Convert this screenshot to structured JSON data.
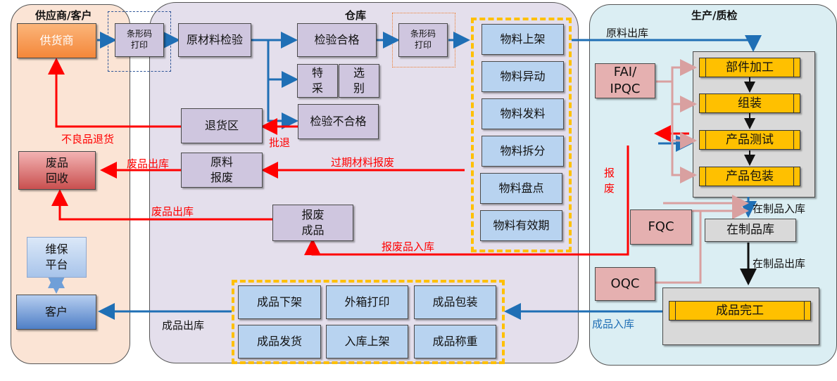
{
  "panels": {
    "supplier_title": "供应商/客户",
    "warehouse_title": "仓库",
    "production_title": "生产/质检"
  },
  "supplier": {
    "vendor": "供货商",
    "scrap_recycle": "废品\n回收",
    "maint_platform": "维保\n平台",
    "customer": "客户"
  },
  "warehouse": {
    "barcode1": "条形码\n打印",
    "barcode2": "条形码\n打印",
    "incoming_inspect": "原材料检验",
    "inspect_pass": "检验合格",
    "special_buy": "特\n采",
    "sorting": "选\n别",
    "inspect_fail": "检验不合格",
    "return_area": "退货区",
    "raw_scrap": "原料\n报废",
    "scrap_product": "报废\n成品",
    "material_ops": [
      "物料上架",
      "物料异动",
      "物料发料",
      "物料拆分",
      "物料盘点",
      "物料有效期"
    ],
    "fg_ops": [
      "成品下架",
      "外箱打印",
      "成品包装",
      "成品发货",
      "入库上架",
      "成品称重"
    ]
  },
  "production": {
    "fai_ipqc": "FAI/\nIPQC",
    "fqc": "FQC",
    "oqc": "OQC",
    "steps": [
      "部件加工",
      "组装",
      "产品测试",
      "产品包装"
    ],
    "wip_store": "在制品库",
    "fg_complete": "成品完工"
  },
  "labels": {
    "raw_out": "原料出库",
    "defect_return": "不良品退货",
    "reject_return": "批退",
    "scrap_out1": "废品出库",
    "expired_scrap": "过期材料报废",
    "scrap_out2": "废品出库",
    "scrap_in": "报废品入库",
    "scrap_vertical": "报\n废",
    "wip_in": "在制品入库",
    "wip_out": "在制品出库",
    "fg_in": "成品入库",
    "fg_out": "成品出库"
  },
  "colors": {
    "flow_blue": "#1f6fb5",
    "flow_red": "#ff0000",
    "flow_pink": "#d9a0a0",
    "highlight_gold": "#ffc000"
  }
}
